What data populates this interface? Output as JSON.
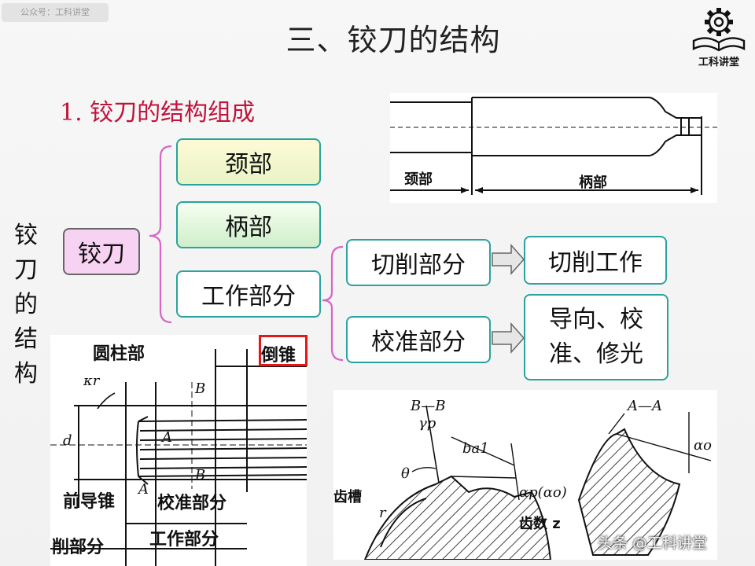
{
  "watermark": "公众号：工科讲堂",
  "title": "三、铰刀的结构",
  "logo_text": "工科讲堂",
  "subtitle": "1. 铰刀的结构组成",
  "vertical_title": [
    "铰",
    "刀",
    "的",
    "结",
    "构"
  ],
  "tree": {
    "root": "铰刀",
    "level1": [
      "颈部",
      "柄部",
      "工作部分"
    ],
    "level2": [
      "切削部分",
      "校准部分"
    ],
    "level3": [
      "切削工作",
      "导向、校准、修光"
    ]
  },
  "diagram_top": {
    "labels": [
      "颈部",
      "柄部"
    ]
  },
  "diagram_left": {
    "labels": [
      "圆柱部",
      "倒锥",
      "B",
      "κr",
      "d",
      "A",
      "B",
      "前导锥",
      "A",
      "校准部分",
      "削部分",
      "工作部分"
    ]
  },
  "diagram_right": {
    "labels": [
      "B—B",
      "γp",
      "ba1",
      "θ",
      "αp(αo)",
      "齿槽",
      "r",
      "齿数 z",
      "A—A",
      "αo"
    ]
  },
  "bottom_watermark": "头条 @工科讲堂",
  "colors": {
    "teal_border": "#2aa39e",
    "subtitle": "#c0143c",
    "brace": "#d666c8",
    "highlight": "#e51616"
  }
}
